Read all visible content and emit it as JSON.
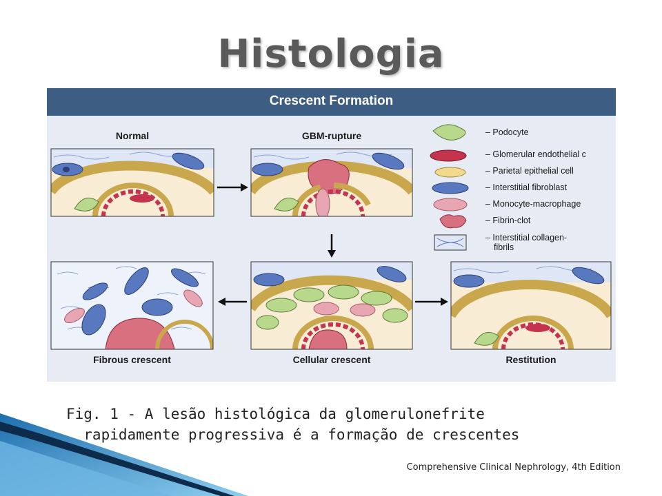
{
  "slide": {
    "title": "Histologia",
    "caption_line1": "Fig. 1 - A lesão histológica da glomerulonefrite",
    "caption_line2": "  rapidamente progressiva é a formação de crescentes",
    "source": "Comprehensive Clinical Nephrology, 4th Edition"
  },
  "figure": {
    "title": "Crescent Formation",
    "panels": {
      "normal": "Normal",
      "gbm_rupture": "GBM-rupture",
      "fibrous": "Fibrous crescent",
      "cellular": "Cellular crescent",
      "restitution": "Restitution"
    },
    "legend": [
      "– Podocyte",
      "– Glomerular endothelial c",
      "– Parietal epithelial cell",
      "– Interstitial fibroblast",
      "– Monocyte-macrophage",
      "– Fibrin-clot",
      "– Interstitial collagen-",
      "fibrils"
    ]
  },
  "colors": {
    "header": "#3e5d83",
    "title": "#5a5a5a",
    "podocyte": "#b8d98c",
    "endothelial": "#c4344f",
    "parietal": "#f3d98e",
    "fibroblast": "#5878c0",
    "monocyte": "#e8a6b2",
    "fibrin": "#d9707f",
    "decor": "#2f8fcf"
  }
}
